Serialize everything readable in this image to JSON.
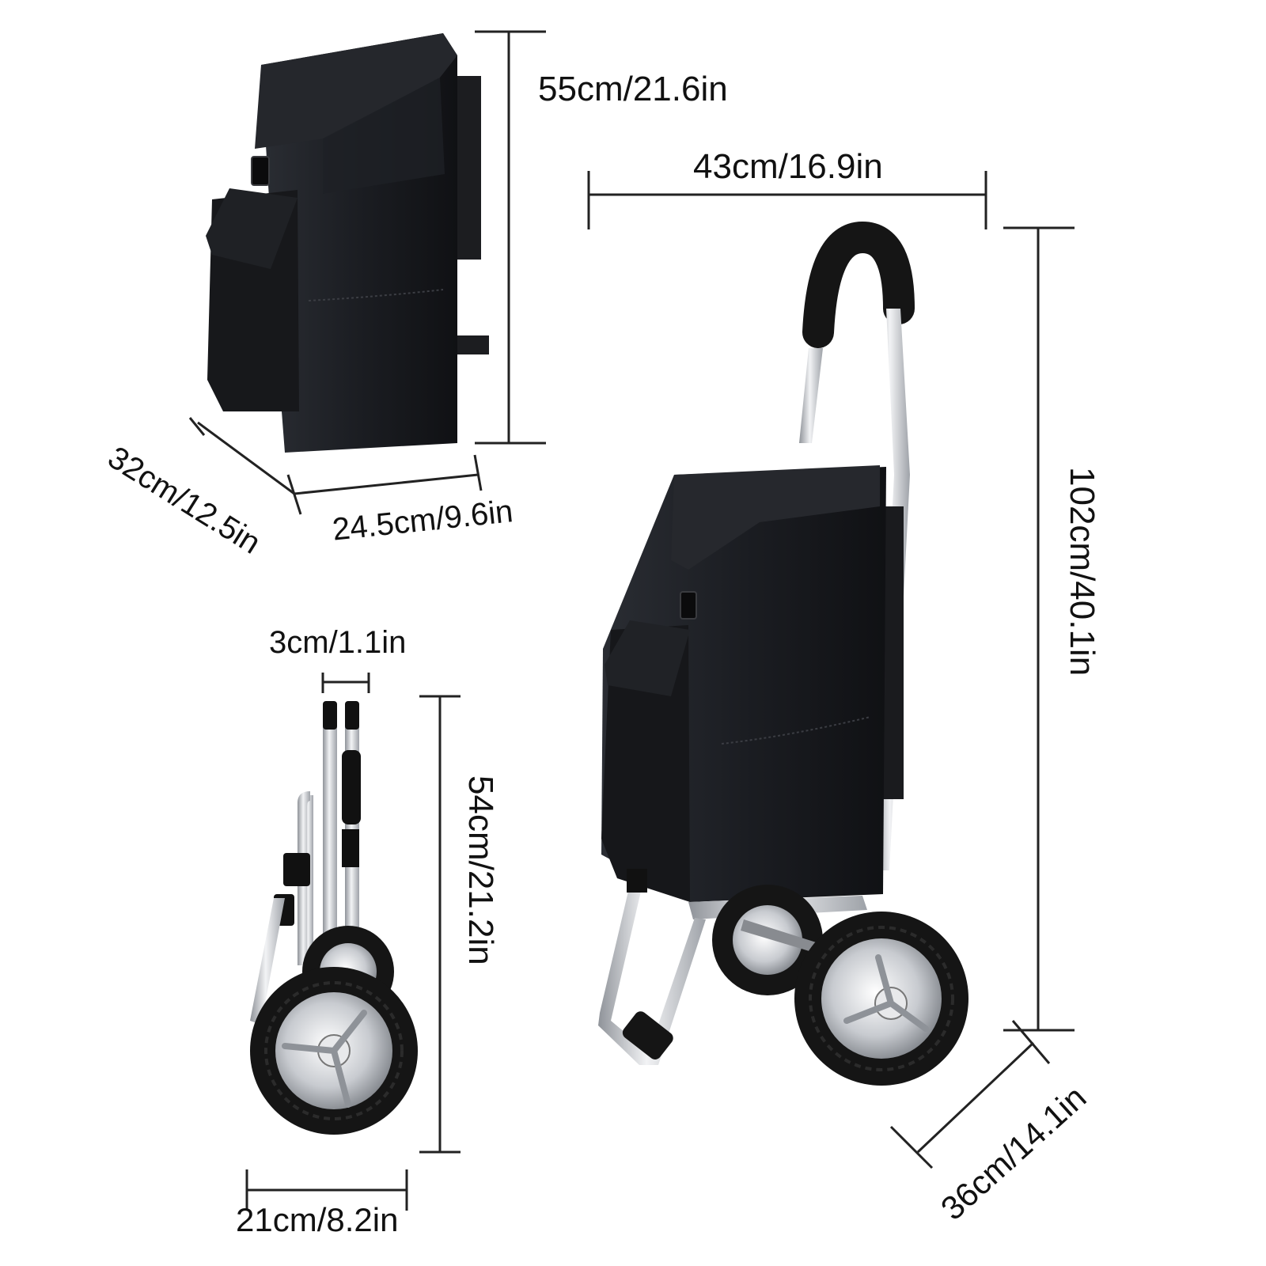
{
  "dimensions": {
    "bag_height": "55cm/21.6in",
    "trolley_width": "43cm/16.9in",
    "trolley_height": "102cm/40.1in",
    "bag_depth": "32cm/12.5in",
    "bag_width": "24.5cm/9.6in",
    "folded_thickness": "3cm/1.1in",
    "folded_height": "54cm/21.2in",
    "folded_width": "21cm/8.2in",
    "trolley_depth": "36cm/14.1in"
  },
  "colors": {
    "bag": "#1b1d21",
    "frame": "#c9ccd1",
    "line": "#222222",
    "tyre": "#151515",
    "hub": "#d8dadd"
  }
}
